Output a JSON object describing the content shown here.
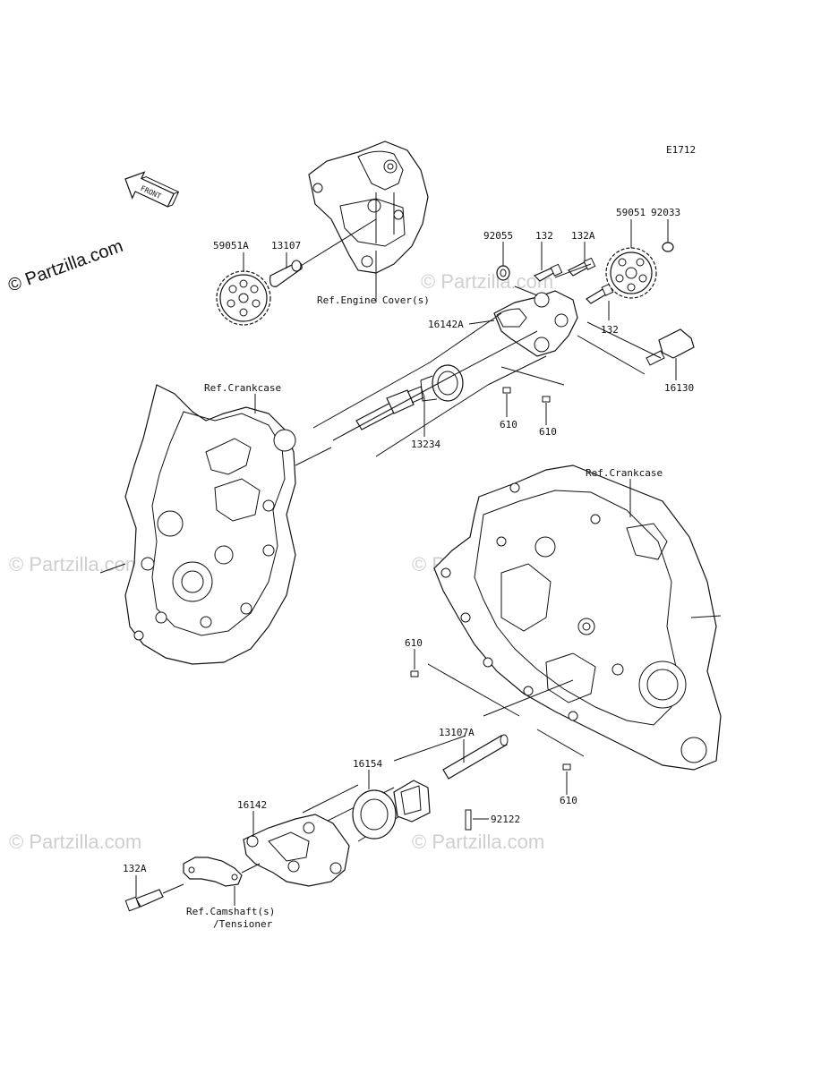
{
  "diagram_id": "E1712",
  "brand": "© Partzilla.com",
  "watermark": "© Partzilla.com",
  "front_label": "FRONT",
  "labels": {
    "p59051A": "59051A",
    "p13107": "13107",
    "ref_engine_cover": "Ref.Engine Cover(s)",
    "p92055": "92055",
    "p132_top": "132",
    "p132A_top": "132A",
    "p59051": "59051",
    "p92033": "92033",
    "p16142A": "16142A",
    "p132_mid": "132",
    "p16130": "16130",
    "ref_crankcase_left": "Ref.Crankcase",
    "p13234": "13234",
    "p610_a": "610",
    "p610_b": "610",
    "ref_crankcase_right": "Ref.Crankcase",
    "p610_c": "610",
    "p13107A": "13107A",
    "p16154": "16154",
    "p16142": "16142",
    "p610_d": "610",
    "p92122": "92122",
    "p132A_bottom": "132A",
    "ref_camshaft_line1": "Ref.Camshaft(s)",
    "ref_camshaft_line2": "/Tensioner"
  }
}
